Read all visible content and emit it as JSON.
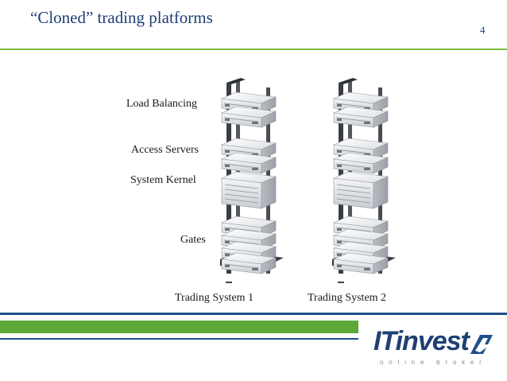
{
  "slide": {
    "title": "“Cloned” trading platforms",
    "page_number": "4"
  },
  "diagram": {
    "component_labels": [
      "Load Balancing",
      "Access Servers",
      "System Kernel",
      "Gates"
    ],
    "systems": [
      "Trading System 1",
      "Trading System 2"
    ]
  },
  "logo": {
    "name": "ITinvest",
    "tagline": "online broker"
  },
  "colors": {
    "title": "#1f3f73",
    "accent_green": "#5da839",
    "accent_blue": "#1f4e8c"
  }
}
